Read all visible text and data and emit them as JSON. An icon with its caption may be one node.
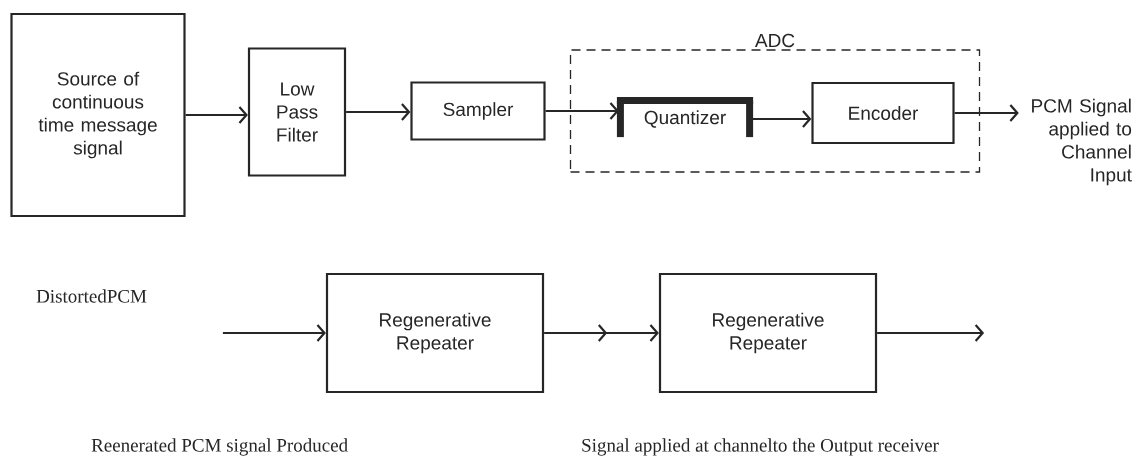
{
  "diagram": {
    "nodes": [
      {
        "text": [
          "Source of continuous time message signal"
        ]
      },
      {
        "text": [
          "Low Pass Filter"
        ]
      },
      {
        "text": [
          "Sampler"
        ]
      },
      {
        "text": [
          "ADC"
        ]
      },
      {
        "text": [
          "Quantizer"
        ],
        "in": 3
      },
      {
        "text": [
          "Encoder"
        ],
        "in": 3
      },
      {
        "text": [
          "PCM Signal applied to Channel Input"
        ]
      },
      {
        "text": [
          "Regenerative Repeater"
        ]
      },
      {
        "text": [
          "Regenerative Repeater"
        ]
      }
    ],
    "edges": [
      {
        "from": 0,
        "to": 1,
        "arrow": "to"
      },
      {
        "from": 1,
        "to": 2,
        "arrow": "to"
      },
      {
        "from": 2,
        "to": 4,
        "arrow": "to"
      },
      {
        "from": 4,
        "to": 5,
        "arrow": "to"
      },
      {
        "from": 5,
        "to": 6,
        "arrow": "to"
      },
      {
        "from": null,
        "to": 7,
        "arrow": "to"
      },
      {
        "from": 7,
        "to": 8,
        "arrow": "to"
      },
      {
        "from": 8,
        "to": null,
        "arrow": "to"
      }
    ],
    "labels": [
      "DistortedPCM",
      "Reenerated PCM signal Produced",
      "Signal applied at channelto the Output receiver"
    ]
  }
}
